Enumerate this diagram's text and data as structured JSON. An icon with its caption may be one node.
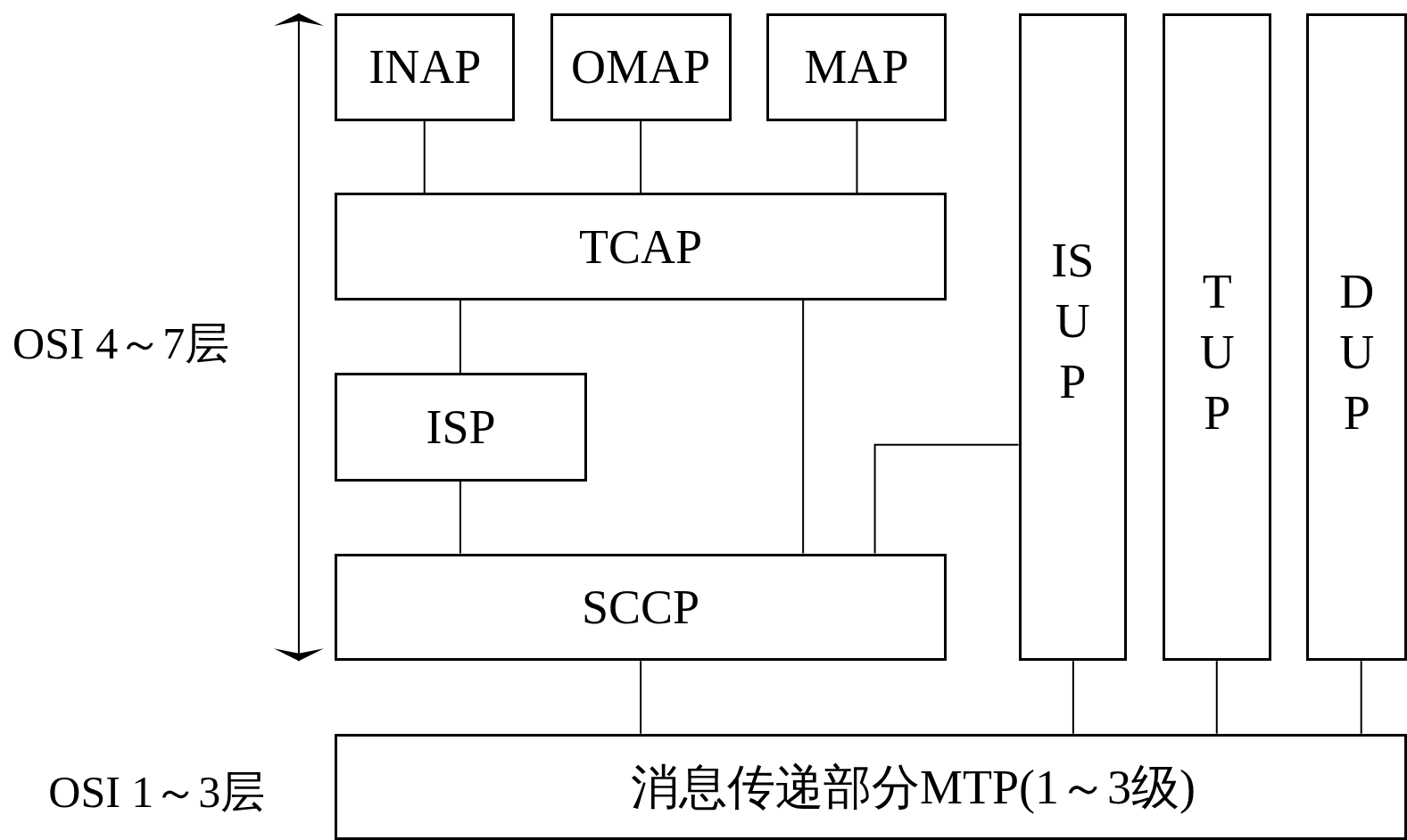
{
  "diagram": {
    "nodes": [
      {
        "text": [
          "INAP"
        ]
      },
      {
        "text": [
          "OMAP"
        ]
      },
      {
        "text": [
          "MAP"
        ]
      },
      {
        "text": [
          "ISUP"
        ]
      },
      {
        "text": [
          "TUP"
        ]
      },
      {
        "text": [
          "DUP"
        ]
      },
      {
        "text": [
          "TCAP"
        ]
      },
      {
        "text": [
          "ISP"
        ]
      },
      {
        "text": [
          "SCCP"
        ]
      },
      {
        "text": [
          "消息传递部分MTP(1～3级)"
        ]
      }
    ],
    "edges": [
      {
        "from": 0,
        "to": 6,
        "arrow": "none"
      },
      {
        "from": 1,
        "to": 6,
        "arrow": "none"
      },
      {
        "from": 2,
        "to": 6,
        "arrow": "none"
      },
      {
        "from": 6,
        "to": 7,
        "arrow": "none"
      },
      {
        "from": 7,
        "to": 8,
        "arrow": "none"
      },
      {
        "from": 6,
        "to": 8,
        "arrow": "none"
      },
      {
        "from": 3,
        "to": 8,
        "arrow": "none"
      },
      {
        "from": 8,
        "to": 9,
        "arrow": "none"
      },
      {
        "from": 3,
        "to": 9,
        "arrow": "none"
      },
      {
        "from": 4,
        "to": 9,
        "arrow": "none"
      },
      {
        "from": 5,
        "to": 9,
        "arrow": "none"
      }
    ],
    "labels": [
      "OSI 4～7层",
      "OSI 1～3层"
    ]
  }
}
